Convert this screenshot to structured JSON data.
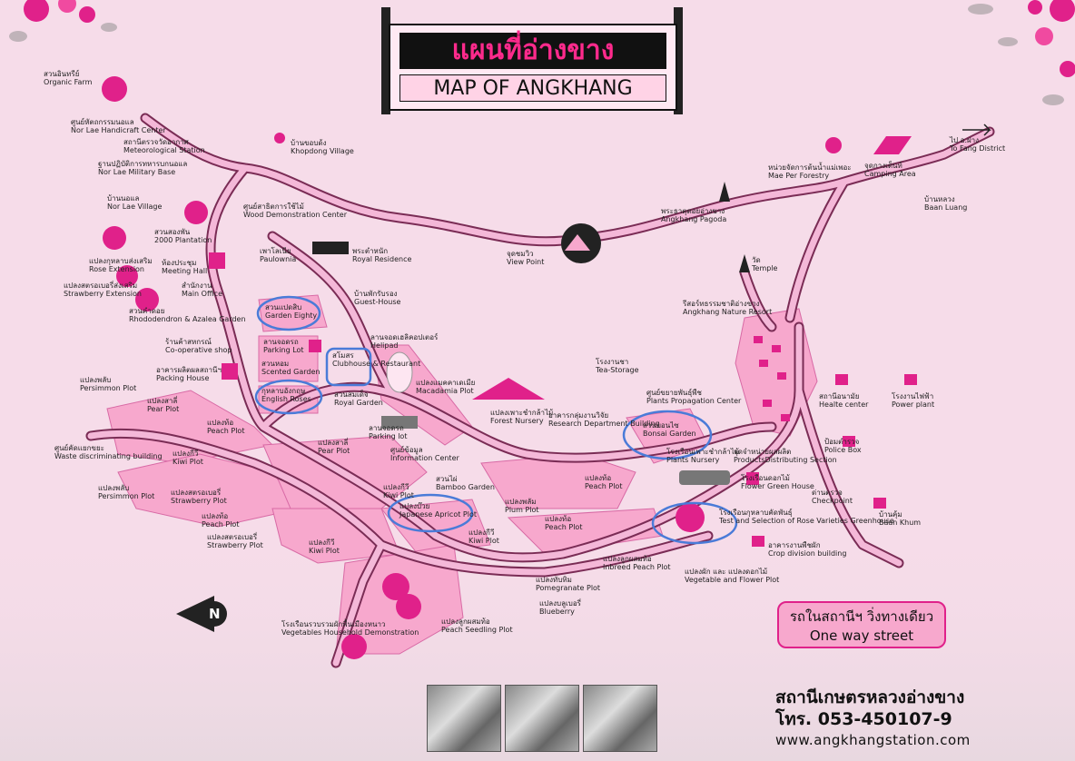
{
  "title": {
    "thai": "แผนที่อ่างขาง",
    "english": "MAP OF ANGKHANG"
  },
  "colors": {
    "background": "#f6dce9",
    "road": "#f4b8d8",
    "road_edge": "#7a2c55",
    "accent": "#e0218a",
    "highlight_circle": "#4a7bd8",
    "plot": "#f7a8cd"
  },
  "places": [
    {
      "id": "organic-farm",
      "thai": "สวนอินทรีย์",
      "english": "Organic Farm"
    },
    {
      "id": "nor-lae-handicraft",
      "thai": "ศูนย์หัตถกรรมนอแล",
      "english": "Nor Lae Handicraft Center"
    },
    {
      "id": "meteorological-station",
      "thai": "สถานีตรวจวัดอากาศ",
      "english": "Meteorological Station"
    },
    {
      "id": "military-base",
      "thai": "ฐานปฏิบัติการทหารบกนอแล",
      "english": "Nor Lae Military Base"
    },
    {
      "id": "nor-lae-village",
      "thai": "บ้านนอแล",
      "english": "Nor Lae Village"
    },
    {
      "id": "plantation-2000",
      "thai": "สวนสองพัน",
      "english": "2000 Plantation"
    },
    {
      "id": "rose-extension",
      "thai": "แปลงกุหลาบส่งเสริม",
      "english": "Rose Extension"
    },
    {
      "id": "strawberry-extension",
      "thai": "แปลงสตรอเบอรี่ส่งเสริม",
      "english": "Strawberry Extension"
    },
    {
      "id": "meeting-hall",
      "thai": "ห้องประชุม",
      "english": "Meeting Hall"
    },
    {
      "id": "main-office",
      "thai": "สำนักงาน",
      "english": "Main Office"
    },
    {
      "id": "rhododendron",
      "thai": "สวนคำดอย",
      "english": "Rhododendron & Azalea Garden"
    },
    {
      "id": "co-op-shop",
      "thai": "ร้านค้าสหกรณ์",
      "english": "Co-operative shop"
    },
    {
      "id": "packing-house",
      "thai": "อาคารผลิตผลสถานีฯ",
      "english": "Packing House"
    },
    {
      "id": "persimmon-plot-1",
      "thai": "แปลงพลับ",
      "english": "Persimmon Plot"
    },
    {
      "id": "pear-plot-1",
      "thai": "แปลงสาลี่",
      "english": "Pear Plot"
    },
    {
      "id": "peach-plot-1",
      "thai": "แปลงท้อ",
      "english": "Peach Plot"
    },
    {
      "id": "waste-building",
      "thai": "ศูนย์คัดแยกขยะ",
      "english": "Waste discriminating building"
    },
    {
      "id": "kiwi-plot-1",
      "thai": "แปลงกีวี",
      "english": "Kiwi Plot"
    },
    {
      "id": "persimmon-plot-2",
      "thai": "แปลงพลับ",
      "english": "Persimmon Plot"
    },
    {
      "id": "strawberry-plot-1",
      "thai": "แปลงสตรอเบอรี่",
      "english": "Strawberry Plot"
    },
    {
      "id": "peach-plot-2",
      "thai": "แปลงท้อ",
      "english": "Peach Plot"
    },
    {
      "id": "strawberry-plot-2",
      "thai": "แปลงสตรอเบอรี่",
      "english": "Strawberry Plot"
    },
    {
      "id": "kiwi-plot-2",
      "thai": "แปลงกีวี",
      "english": "Kiwi Plot"
    },
    {
      "id": "wood-demo-center",
      "thai": "ศูนย์สาธิตการใช้ไม้",
      "english": "Wood Demonstration Center"
    },
    {
      "id": "paulownia",
      "thai": "เพาโลเนีย",
      "english": "Paulownia"
    },
    {
      "id": "royal-residence",
      "thai": "พระตำหนัก",
      "english": "Royal Residence"
    },
    {
      "id": "guest-house",
      "thai": "บ้านพักรับรอง",
      "english": "Guest-House"
    },
    {
      "id": "garden-eighty",
      "thai": "สวนแปดสิบ",
      "english": "Garden Eighty"
    },
    {
      "id": "parking-lot-1",
      "thai": "ลานจอดรถ",
      "english": "Parking Lot"
    },
    {
      "id": "scented-garden",
      "thai": "สวนหอม",
      "english": "Scented Garden"
    },
    {
      "id": "clubhouse",
      "thai": "สโมสร",
      "english": "Clubhouse & Restaurant"
    },
    {
      "id": "english-roses",
      "thai": "กุหลาบอังกฤษ",
      "english": "English Roses"
    },
    {
      "id": "royal-garden",
      "thai": "สวนสมเด็จ",
      "english": "Royal Garden"
    },
    {
      "id": "helipad",
      "thai": "ลานจอดเฮลิคอปเตอร์",
      "english": "Helipad"
    },
    {
      "id": "macadamia-plot",
      "thai": "แปลงแมคคาเดเมีย",
      "english": "Macadamia Plot"
    },
    {
      "id": "parking-lot-2",
      "thai": "ลานจอดรถ",
      "english": "Parking lot"
    },
    {
      "id": "info-center",
      "thai": "ศูนย์ข้อมูล",
      "english": "Information Center"
    },
    {
      "id": "pear-plot-2",
      "thai": "แปลงสาลี่",
      "english": "Pear Plot"
    },
    {
      "id": "bamboo-garden",
      "thai": "สวนไผ่",
      "english": "Bamboo Garden"
    },
    {
      "id": "kiwi-plot-3",
      "thai": "แปลงกีวี",
      "english": "Kiwi Plot"
    },
    {
      "id": "japanese-apricot",
      "thai": "แปลงบ๊วย",
      "english": "Japanese Apricot Plot"
    },
    {
      "id": "kiwi-plot-4",
      "thai": "แปลงกีวี",
      "english": "Kiwi Plot"
    },
    {
      "id": "khopdong-village",
      "thai": "บ้านขอบด้ง",
      "english": "Khopdong Village"
    },
    {
      "id": "view-point",
      "thai": "จุดชมวิว",
      "english": "View Point"
    },
    {
      "id": "forest-nursery",
      "thai": "แปลงเพาะชำกล้าไม้",
      "english": "Forest Nursery"
    },
    {
      "id": "research-building",
      "thai": "อาคารกลุ่มงานวิจัย",
      "english": "Research Department Building"
    },
    {
      "id": "tea-storage",
      "thai": "โรงงานชา",
      "english": "Tea-Storage"
    },
    {
      "id": "plants-propagation",
      "thai": "ศูนย์ขยายพันธุ์พืช",
      "english": "Plants Propagation Center"
    },
    {
      "id": "bonsai-garden",
      "thai": "สวนบอนไซ",
      "english": "Bonsai Garden"
    },
    {
      "id": "plants-nursery",
      "thai": "โรงเรือนเพาะชำกล้าไม้",
      "english": "Plants Nursery"
    },
    {
      "id": "products-distributing",
      "thai": "จุดจำหน่ายผลผลิต",
      "english": "ProductsDistributing Section"
    },
    {
      "id": "peach-plot-3",
      "thai": "แปลงท้อ",
      "english": "Peach Plot"
    },
    {
      "id": "plum-plot",
      "thai": "แปลงพลัม",
      "english": "Plum Plot"
    },
    {
      "id": "peach-plot-4",
      "thai": "แปลงท้อ",
      "english": "Peach Plot"
    },
    {
      "id": "flower-greenhouse",
      "thai": "โรงเรือนดอกไม้",
      "english": "Flower Green House"
    },
    {
      "id": "rose-greenhouse",
      "thai": "โรงเรือนกุหลาบคัดพันธุ์",
      "english": "Test and Selection of Rose Varieties Greenhouse"
    },
    {
      "id": "crop-division",
      "thai": "อาคารงานพืชผัก",
      "english": "Crop division building"
    },
    {
      "id": "vegetable-flower-plot",
      "thai": "แปลงผัก และ แปลงดอกไม้",
      "english": "Vegetable and Flower Plot"
    },
    {
      "id": "inbreed-peach",
      "thai": "แปลงลูกผสมท้อ",
      "english": "Inbreed Peach Plot"
    },
    {
      "id": "pomegranate",
      "thai": "แปลงทับทิม",
      "english": "Pomegranate Plot"
    },
    {
      "id": "blueberry",
      "thai": "แปลงบลูเบอรี่",
      "english": "Blueberry"
    },
    {
      "id": "peach-seedling",
      "thai": "แปลงลูกผสมท้อ",
      "english": "Peach Seedling Plot"
    },
    {
      "id": "vegetables-demo",
      "thai": "โรงเรือนรวบรวมผักพื้นเมืองหนาว",
      "english": "Vegetables Household Demonstration"
    },
    {
      "id": "angkhang-pagoda",
      "thai": "พระธาตุดอยอ่างขาง",
      "english": "Angkhang Pagoda"
    },
    {
      "id": "mae-per-forestry",
      "thai": "หน่วยจัดการต้นน้ำแม่เพอะ",
      "english": "Mae Per Forestry"
    },
    {
      "id": "camping-area",
      "thai": "จุดกางเต็นท์",
      "english": "Camping Area"
    },
    {
      "id": "fang-district",
      "thai": "ไป อ.ฝาง",
      "english": "To Fang District"
    },
    {
      "id": "baan-luang",
      "thai": "บ้านหลวง",
      "english": "Baan Luang"
    },
    {
      "id": "temple",
      "thai": "วัด",
      "english": "Temple"
    },
    {
      "id": "nature-resort",
      "thai": "รีสอร์ทธรรมชาติอ่างขาง",
      "english": "Angkhang Nature Resort"
    },
    {
      "id": "healte-center",
      "thai": "สถานีอนามัย",
      "english": "Healte center"
    },
    {
      "id": "power-plant",
      "thai": "โรงงานไฟฟ้า",
      "english": "Power plant"
    },
    {
      "id": "police-box",
      "thai": "ป้อมตำรวจ",
      "english": "Police Box"
    },
    {
      "id": "checkpoint",
      "thai": "ด่านตรวจ",
      "english": "Checkpoint"
    },
    {
      "id": "baan-khum",
      "thai": "บ้านคุ้ม",
      "english": "Baan Khum"
    }
  ],
  "one_way": {
    "thai": "รถในสถานีฯ วิ่งทางเดียว",
    "english": "One way street"
  },
  "contact": {
    "name": "สถานีเกษตรหลวงอ่างขาง",
    "tel": "โทร. 053-450107-9",
    "website": "www.angkhangstation.com"
  },
  "compass": {
    "letter": "N"
  }
}
